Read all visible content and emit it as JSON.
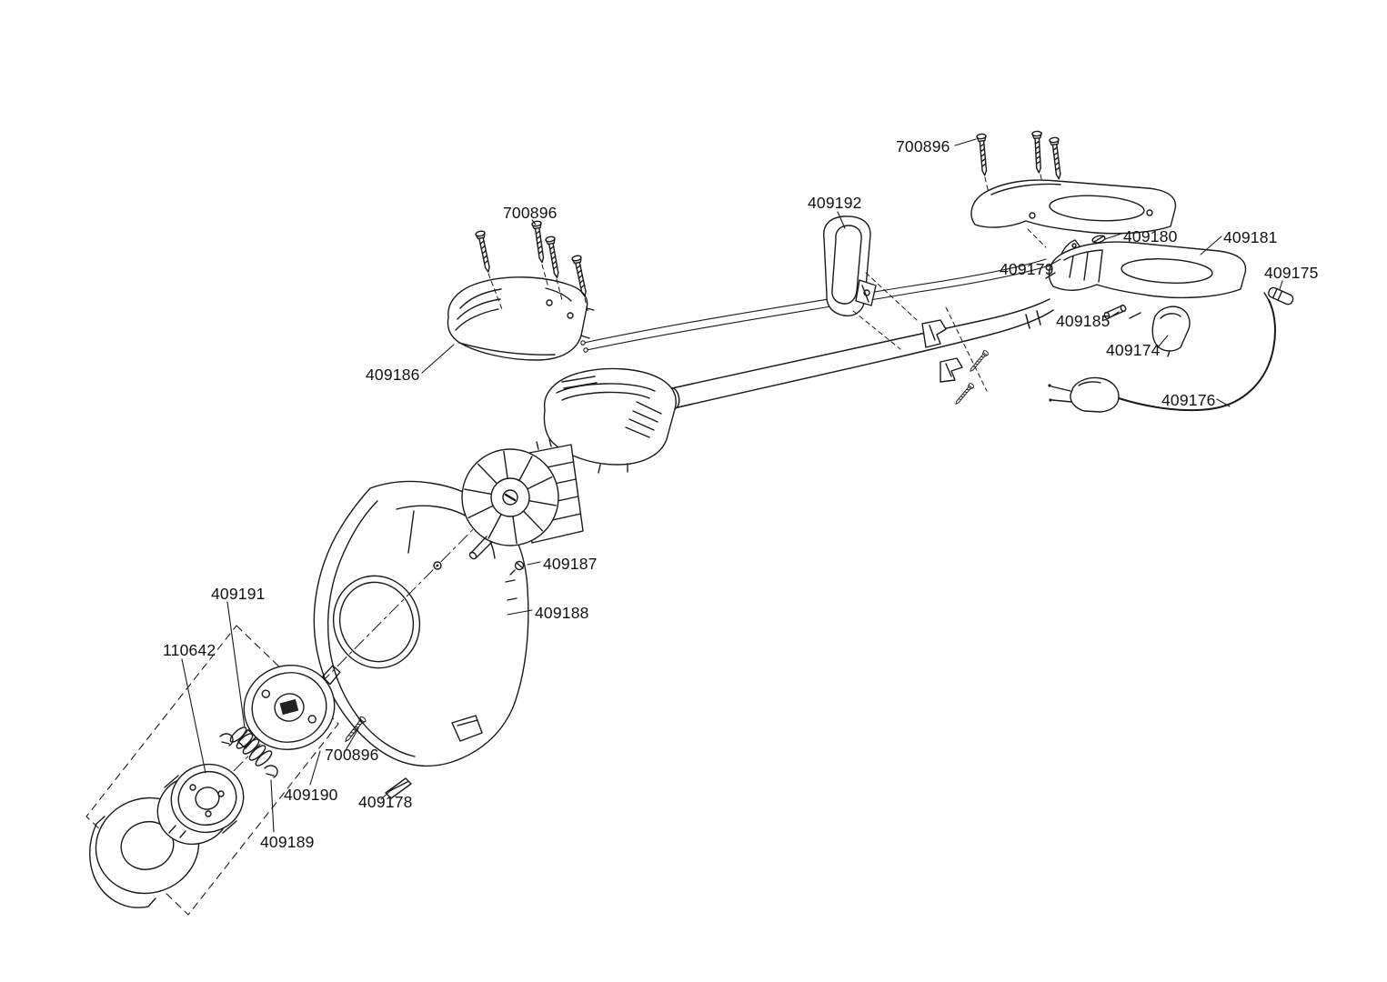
{
  "colors": {
    "line_ink": "#1a1a1a",
    "background": "#ffffff"
  },
  "labels": [
    {
      "text": "700896"
    },
    {
      "text": "409192"
    },
    {
      "text": "409180"
    },
    {
      "text": "409181"
    },
    {
      "text": "409179"
    },
    {
      "text": "409175"
    },
    {
      "text": "409185"
    },
    {
      "text": "409174"
    },
    {
      "text": "409176"
    },
    {
      "text": "700896"
    },
    {
      "text": "409186"
    },
    {
      "text": "409187"
    },
    {
      "text": "409188"
    },
    {
      "text": "409191"
    },
    {
      "text": "110642"
    },
    {
      "text": "700896"
    },
    {
      "text": "409190"
    },
    {
      "text": "409178"
    },
    {
      "text": "409189"
    }
  ]
}
